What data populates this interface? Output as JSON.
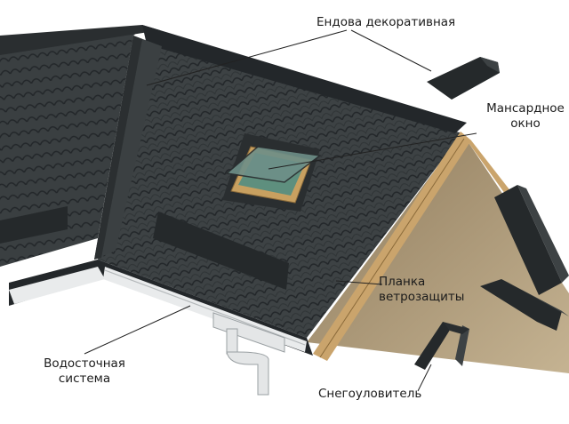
{
  "labels": {
    "valley": "Ендова декоративная",
    "skylight_line1": "Мансардное",
    "skylight_line2": "окно",
    "wind_line1": "Планка",
    "wind_line2": "ветрозащиты",
    "gutter_line1": "Водосточная",
    "gutter_line2": "система",
    "snow": "Снегоуловитель"
  },
  "colors": {
    "roof_tile": "#3d4244",
    "roof_tile_dark": "#2a2e30",
    "metal_trim": "#23272a",
    "timber": "#caa46c",
    "gable_board": "#a8906b",
    "gutter_white": "#e9ebec",
    "skylight_frame": "#c8a060",
    "glass": "#5e8f7e",
    "leader_line": "#222222"
  },
  "icons": [
    "valley-flashing-icon",
    "wind-bar-icon",
    "snow-guard-icon",
    "gutter-downpipe-icon",
    "skylight-icon"
  ]
}
